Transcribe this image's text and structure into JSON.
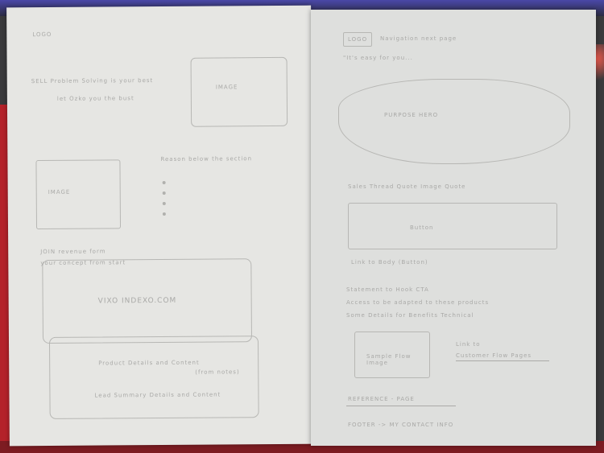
{
  "left_sheet": {
    "logo": "LOGO",
    "hero_line1": "SELL Problem Solving is your best",
    "hero_line2": "let Ozko you the bust",
    "image1_label": "IMAGE",
    "image2_label": "IMAGE",
    "why_heading": "Reason below the section",
    "join_line1": "JOIN    revenue form",
    "join_line2": "your concept from start",
    "banner_text": "VIXO   INDEXO.COM",
    "panel_line1": "Product Details and Content",
    "panel_line2": "(from notes)",
    "panel_line3": "Lead Summary Details and Content"
  },
  "right_sheet": {
    "logo": "LOGO",
    "header_text": "Navigation    next page",
    "subheader": "\"It's easy for you...",
    "hero_label": "PURPOSE HERO",
    "section_heading": "Sales Thread Quote Image Quote",
    "button_label": "Button",
    "link_text": "Link to Body (Button)",
    "para_line1": "Statement to Hook CTA",
    "para_line2": "Access to be adapted to these products",
    "para_line3": "Some Details for Benefits Technical",
    "image_label": "Sample Flow Image",
    "aside_line1": "Link to",
    "aside_line2": "Customer Flow Pages",
    "reference": "REFERENCE - PAGE",
    "footer": "FOOTER  -> MY CONTACT INFO"
  }
}
